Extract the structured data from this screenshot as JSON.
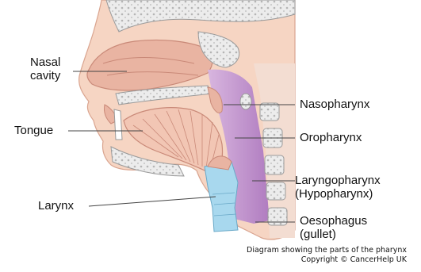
{
  "labels": {
    "nasal_cavity": {
      "line1": "Nasal",
      "line2": "cavity"
    },
    "tongue": "Tongue",
    "larynx": "Larynx",
    "nasopharynx": "Nasopharynx",
    "oropharynx": "Oropharynx",
    "laryngopharynx": {
      "line1": "Laryngopharynx",
      "line2": "(Hypopharynx)"
    },
    "oesophagus": {
      "line1": "Oesophagus",
      "line2": "(gullet)"
    }
  },
  "caption": {
    "line1": "Diagram showing the parts of the pharynx",
    "line2": "Copyright © CancerHelp UK"
  },
  "colors": {
    "skin": "#f6d5c3",
    "soft_tissue": "#e9b4a2",
    "bone": "#e9e9e9",
    "bone_outline": "#9a9a9a",
    "pharynx": "#b886c7",
    "pharynx_light": "#d8b6df",
    "larynx": "#a8d8ee",
    "tongue_line": "#c98978",
    "leader_line": "#444444"
  }
}
